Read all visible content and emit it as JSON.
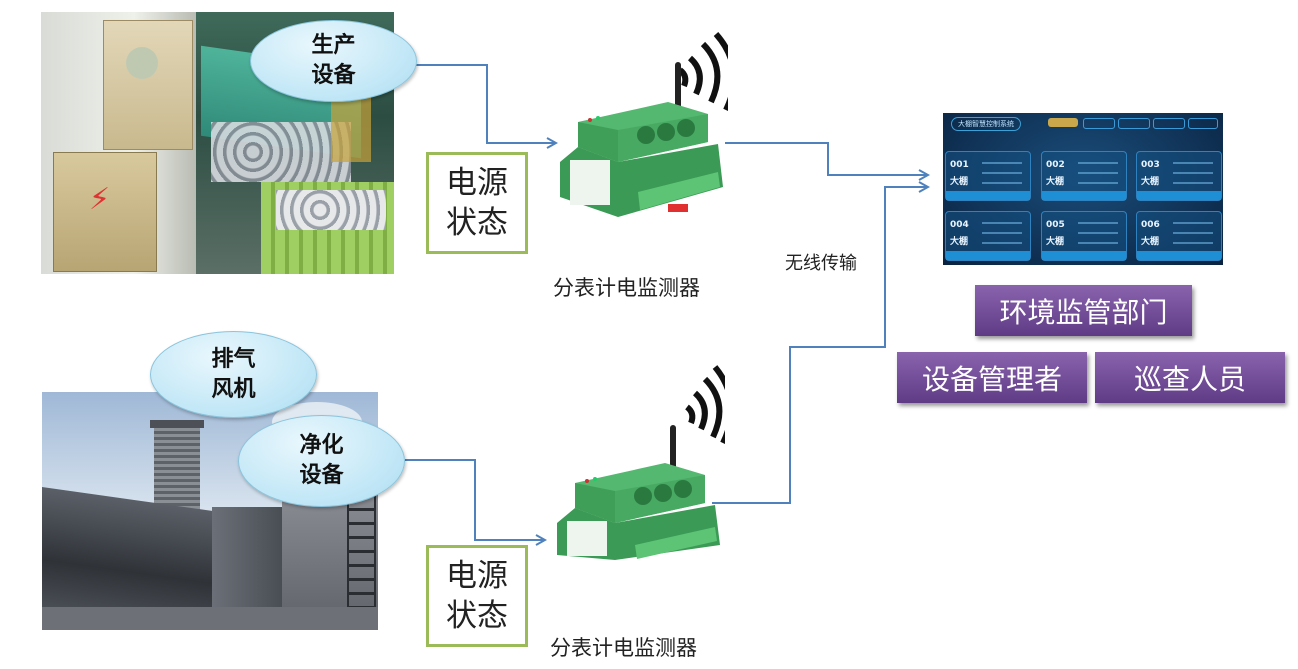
{
  "bubbles": {
    "production": [
      "生产",
      "设备"
    ],
    "exhaust_fan": [
      "排气",
      "风机"
    ],
    "purification": [
      "净化",
      "设备"
    ]
  },
  "power_state": [
    "电源",
    "状态"
  ],
  "device_label": "分表计电监测器",
  "wireless_label": "无线传输",
  "dashboard": {
    "title": "大棚智慧控制系统",
    "cards": [
      {
        "num": "001",
        "name": "大棚"
      },
      {
        "num": "002",
        "name": "大棚"
      },
      {
        "num": "003",
        "name": "大棚"
      },
      {
        "num": "004",
        "name": "大棚"
      },
      {
        "num": "005",
        "name": "大棚"
      },
      {
        "num": "006",
        "name": "大棚"
      }
    ]
  },
  "roles": {
    "env_dept": "环境监管部门",
    "equipment_manager": "设备管理者",
    "inspector": "巡查人员"
  },
  "colors": {
    "connector": "#4f81bd",
    "state_border": "#9bbb59",
    "role_bg": "#7050a0",
    "device_green": "#3aa35a"
  }
}
